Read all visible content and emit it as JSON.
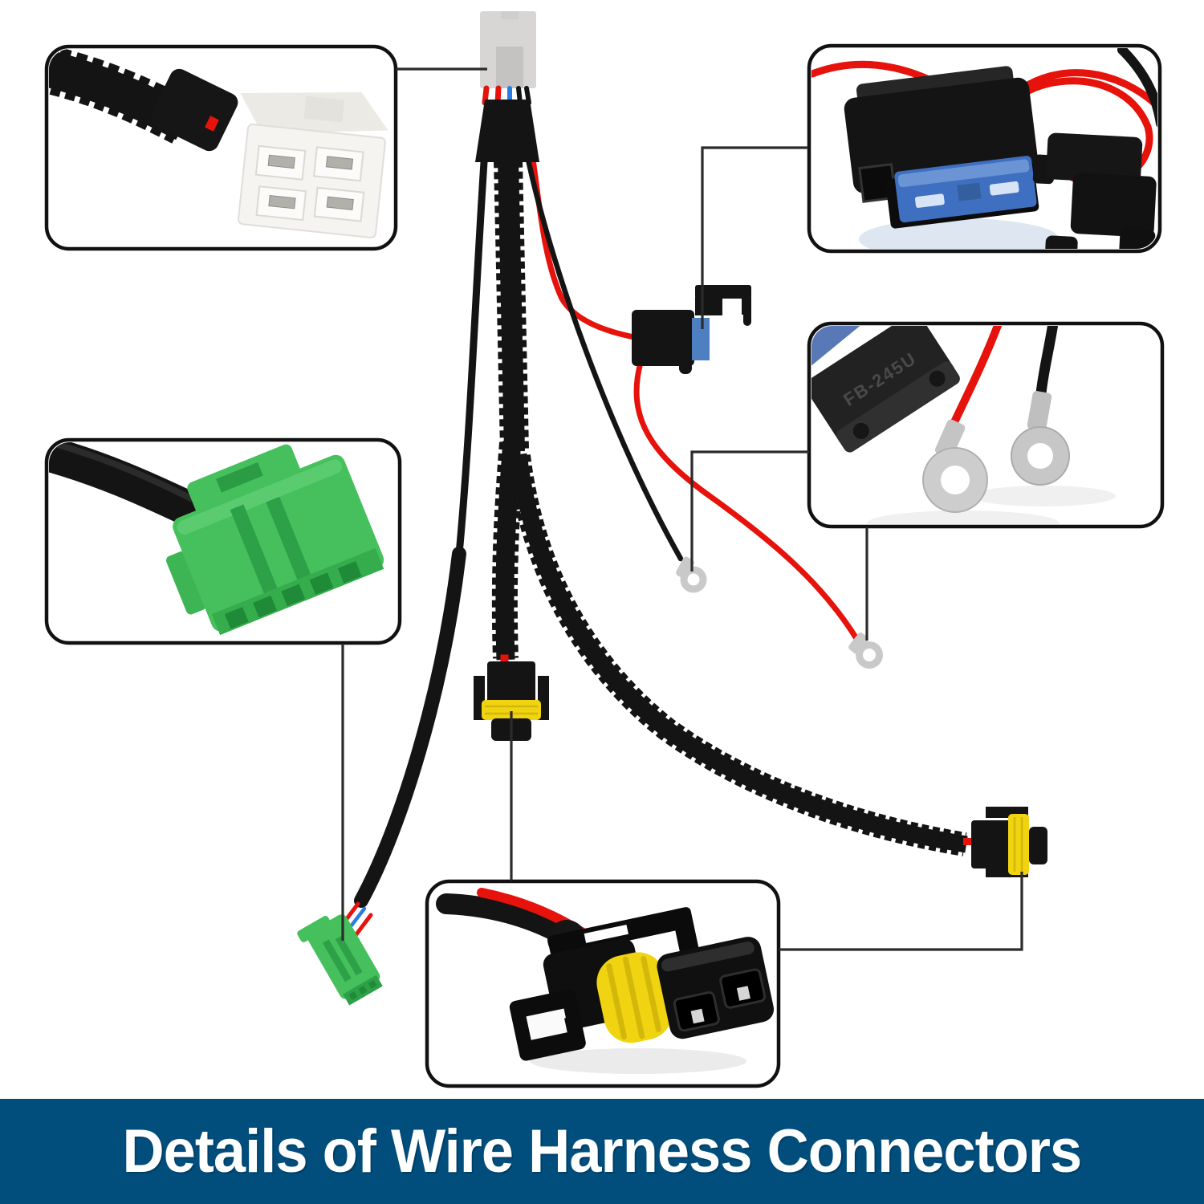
{
  "banner": {
    "title": "Details of Wire Harness Connectors"
  },
  "labels": {
    "fuse_box_embossed": "FB-245U"
  },
  "colors": {
    "background": "#ffffff",
    "banner_bg": "#014e7d",
    "banner_text": "#ffffff",
    "wire_red": "#e6130c",
    "wire_blue": "#2a7de1",
    "loom_black": "#141414",
    "fuse_blue": "#4e7fc0",
    "seal_yellow": "#f0d411",
    "connector_green": "#45c05c",
    "connector_gray": "#d7d6d4",
    "terminal_silver": "#c9c9c9",
    "callout_border": "#111111",
    "callout_line": "#2b2b2b"
  },
  "parts": [
    "white-4pin-connector",
    "inline-fuse-holder",
    "relay-with-blue-fuse",
    "ring-terminals",
    "green-socket-connector",
    "bulb-socket-center",
    "bulb-socket-right",
    "corrugated-loom"
  ]
}
